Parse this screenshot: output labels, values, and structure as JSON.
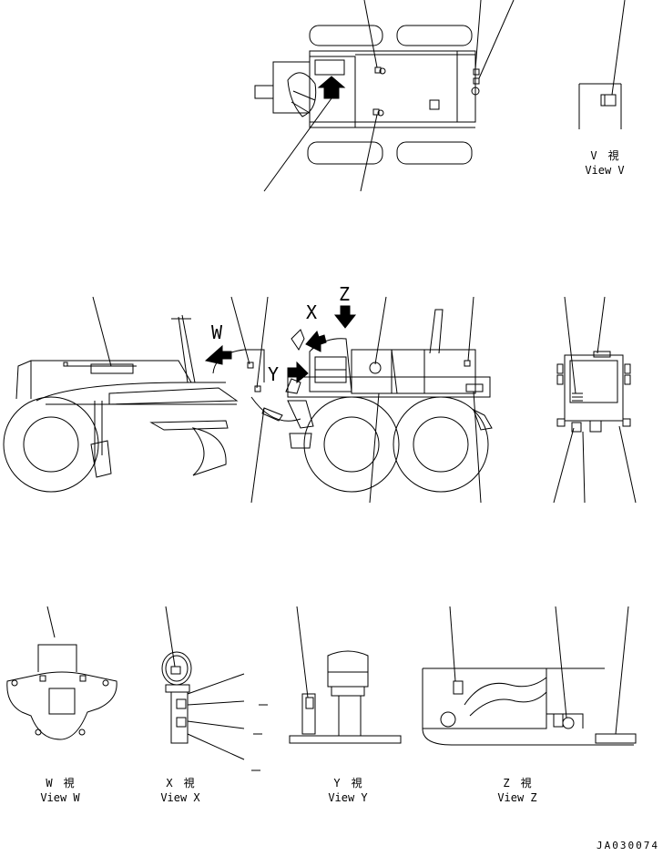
{
  "views": {
    "v": {
      "jp": "V　視",
      "en": "View V"
    },
    "w": {
      "jp": "W　視",
      "en": "View W"
    },
    "x": {
      "jp": "X　視",
      "en": "View X"
    },
    "y": {
      "jp": "Y　視",
      "en": "View Y"
    },
    "z": {
      "jp": "Z　視",
      "en": "View Z"
    }
  },
  "markers": {
    "w": "W",
    "x": "X",
    "y": "Y",
    "z": "Z"
  },
  "drawing_code": "JA030074",
  "colors": {
    "ink": "#000000",
    "paper": "#ffffff"
  }
}
